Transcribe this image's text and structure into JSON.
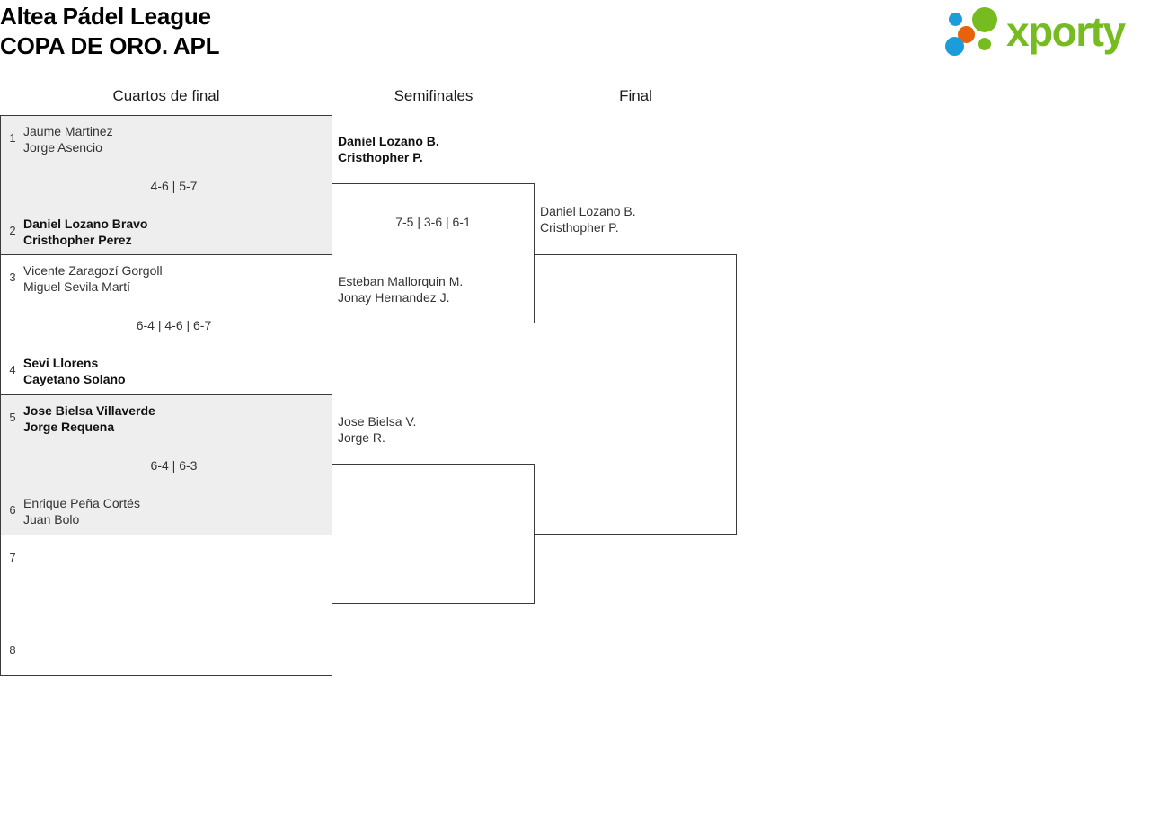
{
  "header": {
    "title_line1": "Altea Pádel League",
    "title_line2": "COPA DE ORO. APL",
    "logo": {
      "wordmark": "xporty",
      "colors": {
        "green": "#76bc21",
        "blue": "#1b9dd9",
        "orange": "#e8620c"
      }
    }
  },
  "rounds": [
    {
      "label": "Cuartos de final"
    },
    {
      "label": "Semifinales"
    },
    {
      "label": "Final"
    }
  ],
  "quarterfinals": [
    {
      "top": {
        "seed": "1",
        "p1": "Jaume Martinez",
        "p2": "Jorge Asencio",
        "winner": false
      },
      "bottom": {
        "seed": "2",
        "p1": "Daniel Lozano Bravo",
        "p2": "Cristhopher Perez",
        "winner": true
      },
      "score": "4-6 | 5-7"
    },
    {
      "top": {
        "seed": "3",
        "p1": "Vicente Zaragozí Gorgoll",
        "p2": "Miguel Sevila Martí",
        "winner": false
      },
      "bottom": {
        "seed": "4",
        "p1": "Sevi Llorens",
        "p2": "Cayetano Solano",
        "winner": true
      },
      "score": "6-4 | 4-6 | 6-7"
    },
    {
      "top": {
        "seed": "5",
        "p1": "Jose Bielsa Villaverde",
        "p2": "Jorge Requena",
        "winner": true
      },
      "bottom": {
        "seed": "6",
        "p1": "Enrique Peña Cortés",
        "p2": "Juan Bolo",
        "winner": false
      },
      "score": "6-4 | 6-3"
    },
    {
      "top": {
        "seed": "7",
        "p1": "",
        "p2": "",
        "winner": false
      },
      "bottom": {
        "seed": "8",
        "p1": "",
        "p2": "",
        "winner": false
      },
      "score": ""
    }
  ],
  "semifinals": [
    {
      "top": {
        "p1": "Daniel Lozano B.",
        "p2": "Cristhopher P.",
        "winner": true
      },
      "bottom": {
        "p1": "Esteban Mallorquin M.",
        "p2": "Jonay Hernandez J.",
        "winner": false
      },
      "score": "7-5 | 3-6 | 6-1"
    },
    {
      "top": {
        "p1": "Jose Bielsa V.",
        "p2": "Jorge R.",
        "winner": false
      },
      "bottom": {
        "p1": "",
        "p2": "",
        "winner": false
      },
      "score": ""
    }
  ],
  "final": {
    "top": {
      "p1": "Daniel Lozano B.",
      "p2": "Cristhopher P.",
      "winner": false
    },
    "bottom": {
      "p1": "",
      "p2": "",
      "winner": false
    },
    "score": ""
  }
}
